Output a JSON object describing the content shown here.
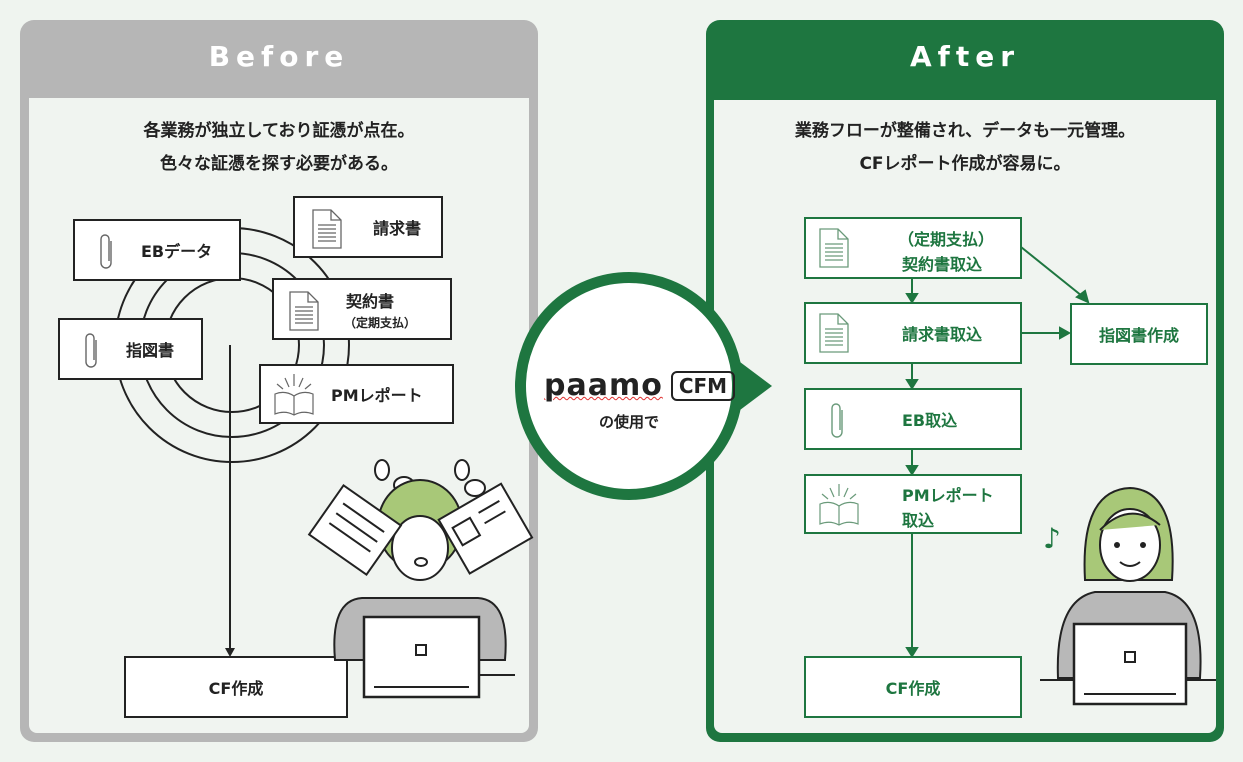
{
  "colors": {
    "background": "#eff4ef",
    "before_header": "#b6b6b6",
    "after_header": "#1e7640",
    "accent_green": "#1e7640",
    "hair_green": "#a8c878",
    "suit_gray": "#b8b8b8"
  },
  "before": {
    "title": "Before",
    "subtitle_line1": "各業務が独立しており証憑が点在。",
    "subtitle_line2": "色々な証憑を探す必要がある。",
    "items": {
      "eb_data": "EBデータ",
      "invoice": "請求書",
      "contract": "契約書",
      "contract_note": "（定期支払）",
      "instruction": "指図書",
      "pm_report": "PMレポート"
    },
    "result": "CF作成"
  },
  "center": {
    "brand": "paamo",
    "product": "CFM",
    "caption": "の使用で"
  },
  "after": {
    "title": "After",
    "subtitle_line1": "業務フローが整備され、データも一元管理。",
    "subtitle_line2": "CFレポート作成が容易に。",
    "steps": {
      "contract_line1": "（定期支払）",
      "contract_line2": "契約書取込",
      "invoice": "請求書取込",
      "instruction": "指図書作成",
      "eb": "EB取込",
      "pm_line1": "PMレポート",
      "pm_line2": "取込"
    },
    "result": "CF作成",
    "music_note": "♪"
  }
}
